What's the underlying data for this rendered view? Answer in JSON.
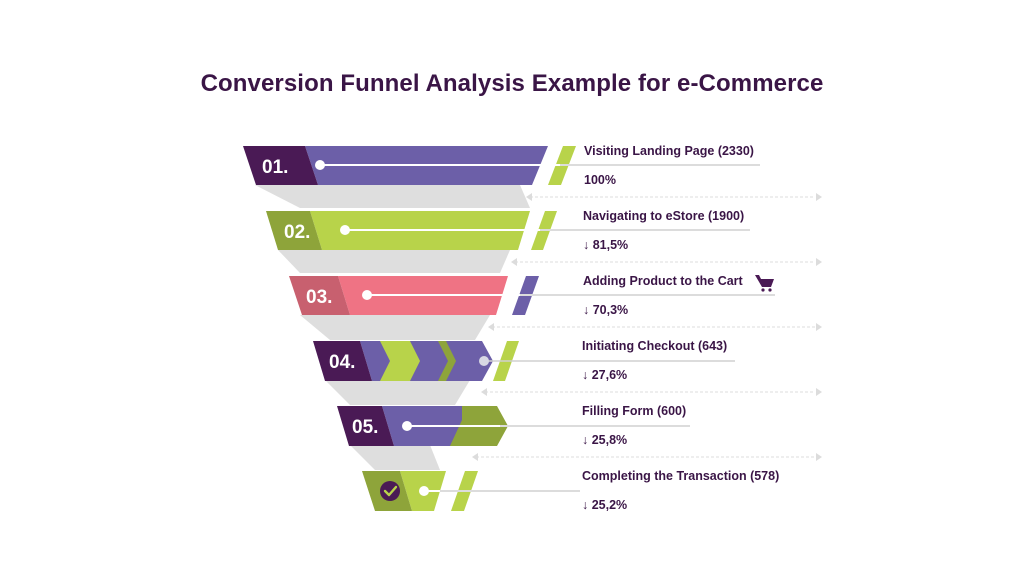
{
  "title": "Conversion Funnel Analysis Example for e-Commerce",
  "colors": {
    "dark_purple": "#4a1a55",
    "purple": "#6c5fa8",
    "lime": "#b8d34a",
    "olive": "#8ea43a",
    "pink": "#ef7384",
    "rose": "#c8606f",
    "text": "#3a1546"
  },
  "stages": [
    {
      "number": "01.",
      "label": "Visiting Landing Page (2330)",
      "percent": "100%",
      "icon": null
    },
    {
      "number": "02.",
      "label": "Navigating to eStore (1900)",
      "percent": "↓ 81,5%",
      "icon": null
    },
    {
      "number": "03.",
      "label": "Adding Product to the Cart",
      "percent": "↓ 70,3%",
      "icon": "shopping-cart-icon"
    },
    {
      "number": "04.",
      "label": "Initiating Checkout (643)",
      "percent": "↓ 27,6%",
      "icon": null
    },
    {
      "number": "05.",
      "label": "Filling Form (600)",
      "percent": "↓ 25,8%",
      "icon": null
    },
    {
      "number": "",
      "label": "Completing the Transaction (578)",
      "percent": "↓ 25,2%",
      "icon": "check-circle-icon"
    }
  ]
}
